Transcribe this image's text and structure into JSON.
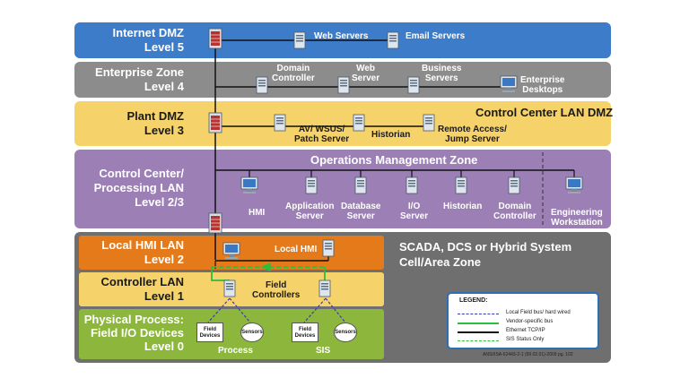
{
  "zones": {
    "internet_dmz": {
      "name": "Internet DMZ",
      "level": "Level 5",
      "color": "#3d7cc9"
    },
    "enterprise": {
      "name": "Enterprise Zone",
      "level": "Level 4",
      "color": "#8c8c8c"
    },
    "plant_dmz": {
      "name": "Plant DMZ",
      "level": "Level 3",
      "color": "#f6d36a"
    },
    "control_center": {
      "name1": "Control Center/",
      "name2": "Processing LAN",
      "level": "Level 2/3",
      "color": "#9b7fb5"
    },
    "local_hmi": {
      "name": "Local HMI LAN",
      "level": "Level 2",
      "color": "#e57a1b"
    },
    "controller": {
      "name": "Controller LAN",
      "level": "Level 1",
      "color": "#f6d36a"
    },
    "physical": {
      "name1": "Physical Process:",
      "name2": "Field I/O Devices",
      "level": "Level 0",
      "color": "#8cb73c"
    },
    "scada_bg": "#6f6f6f"
  },
  "titles": {
    "control_center_lan_dmz": "Control Center LAN DMZ",
    "operations_management_zone": "Operations Management Zone",
    "scada_line1": "SCADA, DCS or Hybrid System",
    "scada_line2": "Cell/Area Zone"
  },
  "devices": {
    "web_servers": "Web Servers",
    "email_servers": "Email Servers",
    "domain_controller_1": "Domain",
    "domain_controller_2": "Controller",
    "web_server_1": "Web",
    "web_server_2": "Server",
    "business_servers_1": "Business",
    "business_servers_2": "Servers",
    "enterprise_desktops_1": "Enterprise",
    "enterprise_desktops_2": "Desktops",
    "av_wsus_1": "AV/ WSUS/",
    "av_wsus_2": "Patch Server",
    "historian_l3": "Historian",
    "remote_access_1": "Remote Access/",
    "remote_access_2": "Jump Server",
    "hmi": "HMI",
    "application_server_1": "Application",
    "application_server_2": "Server",
    "database_server_1": "Database",
    "database_server_2": "Server",
    "io_server_1": "I/O",
    "io_server_2": "Server",
    "historian_l2": "Historian",
    "domain_controller_l2_1": "Domain",
    "domain_controller_l2_2": "Controller",
    "engineering_ws_1": "Engineering",
    "engineering_ws_2": "Workstation",
    "local_hmi": "Local HMI",
    "field_controllers_1": "Field",
    "field_controllers_2": "Controllers",
    "field_devices_1": "Field",
    "field_devices_2": "Devices",
    "sensors": "Sensors",
    "process": "Process",
    "sis": "SIS"
  },
  "legend": {
    "title": "LEGEND:",
    "items": [
      {
        "label": "Local Field bus/ hard wired",
        "color": "#3b3bb0",
        "style": "dashed"
      },
      {
        "label": "Vendor-specific bus",
        "color": "#2bbf3c",
        "style": "solid"
      },
      {
        "label": "Ethernet TCP/IP",
        "color": "#111111",
        "style": "solid"
      },
      {
        "label": "SIS Status Only",
        "color": "#2bbf3c",
        "style": "dashed"
      }
    ]
  },
  "footer": {
    "standard_ref": "ANSI/ISA-62443-2-1 (99.02.01)-2009  pg. 102"
  }
}
